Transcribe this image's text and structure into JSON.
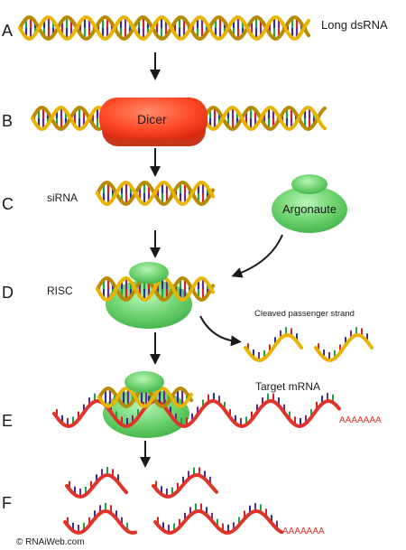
{
  "steps": {
    "a": "A",
    "b": "B",
    "c": "C",
    "d": "D",
    "e": "E",
    "f": "F"
  },
  "labels": {
    "long_dsrna": "Long dsRNA",
    "dicer": "Dicer",
    "sirna": "siRNA",
    "argonaute": "Argonaute",
    "risc": "RISC",
    "cleaved_passenger": "Cleaved passenger strand",
    "target_mrna": "Target mRNA",
    "poly_a_tail": "AAAAAAA"
  },
  "credit": "© RNAiWeb.com",
  "colors": {
    "dsrna_strand": "#e8b400",
    "dsrna_strand_dark": "#b88a00",
    "mrna_strand": "#e0342a",
    "dicer": "#ff5a3a",
    "argonaute": "#6fd36f",
    "poly_a": "#e0342a",
    "base_colors": [
      "#d2232a",
      "#2e3192",
      "#6a2c91",
      "#1fa34a"
    ]
  }
}
